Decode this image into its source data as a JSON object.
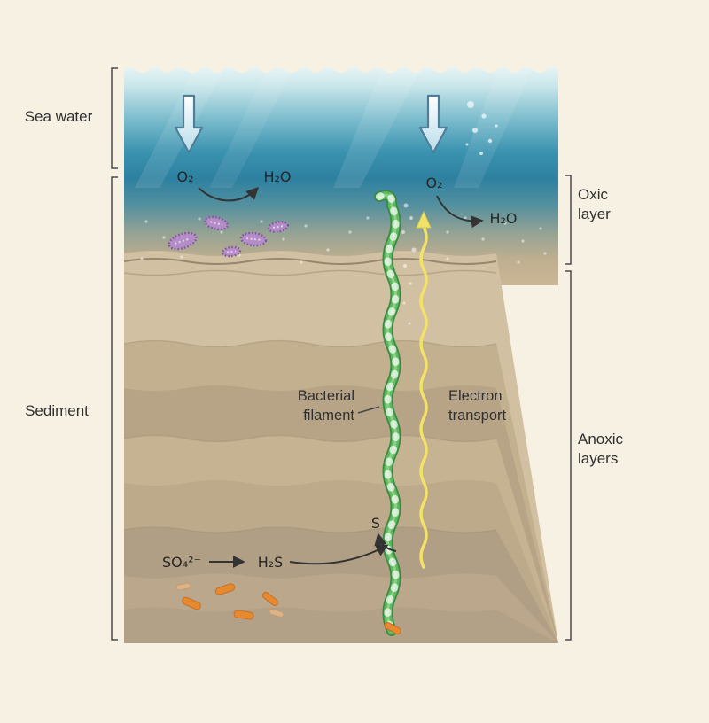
{
  "labels": {
    "sea_water": "Sea water",
    "sediment": "Sediment",
    "oxic_layer": [
      "Oxic",
      "layer"
    ],
    "anoxic_layers": [
      "Anoxic",
      "layers"
    ],
    "bacterial_filament": [
      "Bacterial",
      "filament"
    ],
    "electron_transport": [
      "Electron",
      "transport"
    ]
  },
  "chemistry": {
    "o2_left": "O₂",
    "h2o_left": "H₂O",
    "o2_right": "O₂",
    "h2o_right": "H₂O",
    "sulfur": "S",
    "sulfate": "SO₄²⁻",
    "hydrogen_sulfide": "H₂S"
  },
  "colors": {
    "background": "#f6f1e2",
    "water_deep": "#2d80a0",
    "water_light": "#e9f5f6",
    "sand": "#c8b594",
    "sediment_dark": "#b09e84",
    "filament_green": "#5fba5f",
    "filament_outline": "#3b8a44",
    "electron_yellow": "#f2e268",
    "microbe_purple": "#b48cc8",
    "microbe_outline": "#7d5496",
    "rod_orange": "#e7892e",
    "rod_pale": "#dcb288",
    "arrow_dark": "#333333",
    "bracket": "#4a4a4a"
  }
}
